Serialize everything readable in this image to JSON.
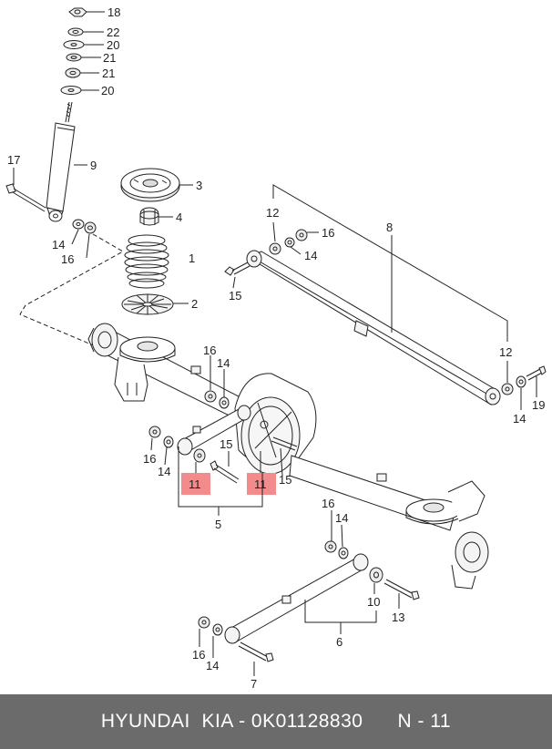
{
  "callouts": {
    "n18": "18",
    "n22": "22",
    "n20a": "20",
    "n21a": "21",
    "n21b": "21",
    "n20b": "20",
    "n17": "17",
    "n9": "9",
    "n3": "3",
    "n4": "4",
    "n1": "1",
    "n2": "2",
    "n14a": "14",
    "n16a": "16",
    "n12a": "12",
    "n16b": "16",
    "n14b": "14",
    "n8": "8",
    "n15a": "15",
    "n12b": "12",
    "n14c": "14",
    "n19": "19",
    "n16c": "16",
    "n14d": "14",
    "n16d": "16",
    "n14e": "14",
    "n15b": "15",
    "n11a": "11",
    "n11b": "11",
    "n15c": "15",
    "n5": "5",
    "n16e": "16",
    "n14f": "14",
    "n10": "10",
    "n13": "13",
    "n16f": "16",
    "n14g": "14",
    "n6": "6",
    "n7": "7"
  },
  "highlight_color": "#f28b8b",
  "footer": {
    "brand": "HYUNDAI  KIA - 0K01128830",
    "page": "N - 11"
  }
}
